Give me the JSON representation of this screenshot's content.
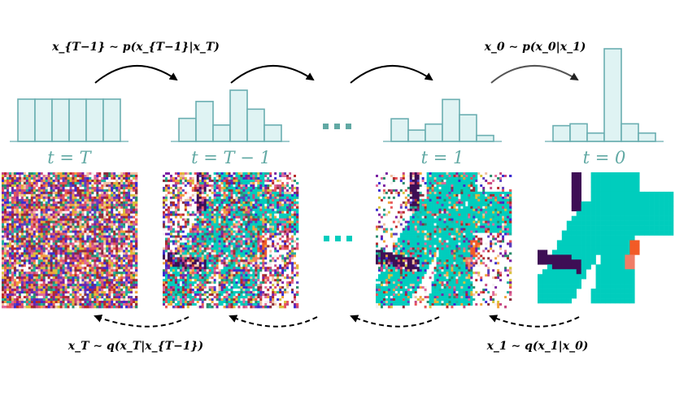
{
  "colors": {
    "teal": "#61a9a4",
    "bar_fill": "#dff3f3",
    "bar_stroke": "#6aaeb1",
    "seg_teal": "#00cdbd",
    "seg_purple": "#3e0e55",
    "seg_orange": "#f25b27",
    "seg_salmon": "#f07d66"
  },
  "timesteps": [
    {
      "label": "t = T",
      "hist": [
        1,
        1,
        1,
        1,
        1,
        1
      ],
      "noise": 1.0
    },
    {
      "label": "t = T − 1",
      "hist": [
        0.45,
        0.78,
        0.32,
        1.0,
        0.63,
        0.32
      ],
      "noise": 0.62
    },
    {
      "label": "t = 1",
      "hist": [
        0.34,
        0.17,
        0.26,
        0.63,
        0.4,
        0.09
      ],
      "noise": 0.3
    },
    {
      "label": "t = 0",
      "hist": [
        0.17,
        0.19,
        0.09,
        1.0,
        0.19,
        0.09
      ],
      "noise": 0.0
    }
  ],
  "formulas": {
    "reverse_T": "x_{T−1} ∼ p(x_{T−1}|x_T)",
    "reverse_0": "x_0 ∼ p(x_0|x_1)",
    "forward_T": "x_T ∼ q(x_T|x_{T−1})",
    "forward_1": "x_1 ∼ q(x_1|x_0)"
  }
}
